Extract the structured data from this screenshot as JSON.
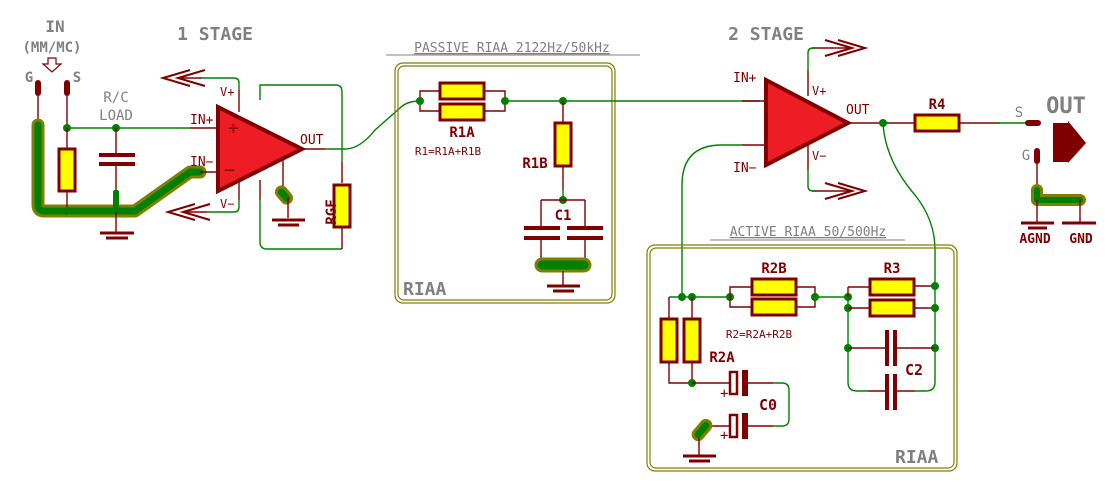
{
  "input": {
    "title": "IN",
    "subtitle": "(MM/MC)",
    "pin_g": "G",
    "pin_s": "S",
    "rc_load_line1": "R/C",
    "rc_load_line2": "LOAD"
  },
  "stage1": {
    "title": "1 STAGE",
    "in_plus": "IN+",
    "in_minus": "IN−",
    "v_plus": "V+",
    "v_minus": "V−",
    "out": "OUT",
    "plus_sign": "+",
    "minus_sign": "−",
    "rgf": "RGF"
  },
  "passive_riaa": {
    "header": "PASSIVE RIAA 2122Hz/50kHz",
    "r1a": "R1A",
    "r1_formula": "R1=R1A+R1B",
    "r1b": "R1B",
    "c1": "C1",
    "box_label": "RIAA"
  },
  "stage2": {
    "title": "2 STAGE",
    "in_plus": "IN+",
    "in_minus": "IN−",
    "v_plus": "V+",
    "v_minus": "V−",
    "out": "OUT"
  },
  "active_riaa": {
    "header": "ACTIVE RIAA 50/500Hz",
    "r2b": "R2B",
    "r3": "R3",
    "r2_formula": "R2=R2A+R2B",
    "r2a": "R2A",
    "c0": "C0",
    "c2": "C2",
    "plus_sign": "+",
    "box_label": "RIAA"
  },
  "output": {
    "r4": "R4",
    "pin_s": "S",
    "pin_g": "G",
    "title": "OUT",
    "agnd": "AGND",
    "gnd": "GND"
  },
  "colors": {
    "wire": "#008000",
    "pin": "#800000",
    "resistor_fill": "#ffff00",
    "opamp_fill": "#ee1c25",
    "frame": "#808000",
    "label_gray": "#808080"
  }
}
